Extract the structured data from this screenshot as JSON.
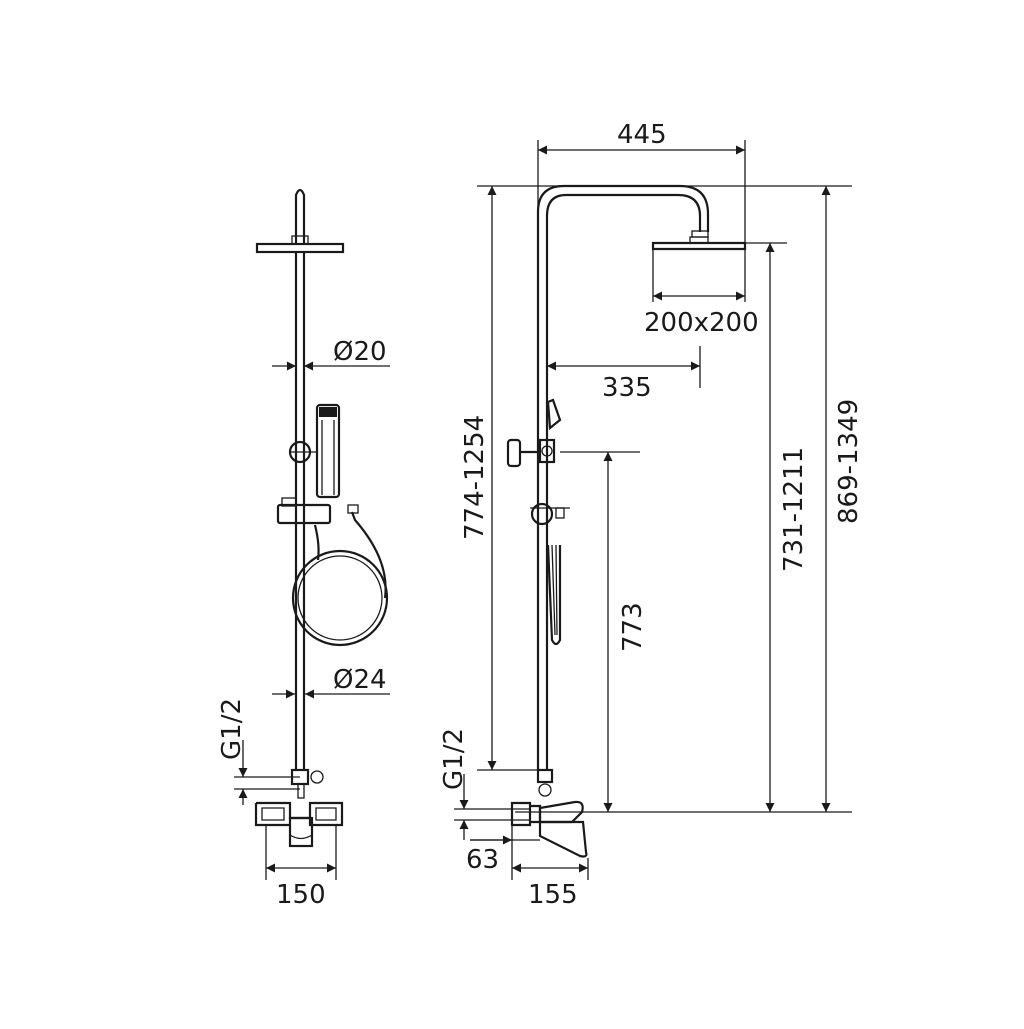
{
  "front_view": {
    "pipe_diameter_top": "Ø20",
    "pipe_diameter_bottom": "Ø24",
    "inlet_thread": "G1/2",
    "inlet_spacing": "150"
  },
  "side_view": {
    "arm_reach": "445",
    "head_size": "200x200",
    "head_offset": "335",
    "adjustable_height_1": "774-1254",
    "adjustable_height_2": "731-1211",
    "total_height": "869-1349",
    "slider_height": "773",
    "inlet_thread": "G1/2",
    "wall_offset": "63",
    "mixer_depth": "155"
  }
}
